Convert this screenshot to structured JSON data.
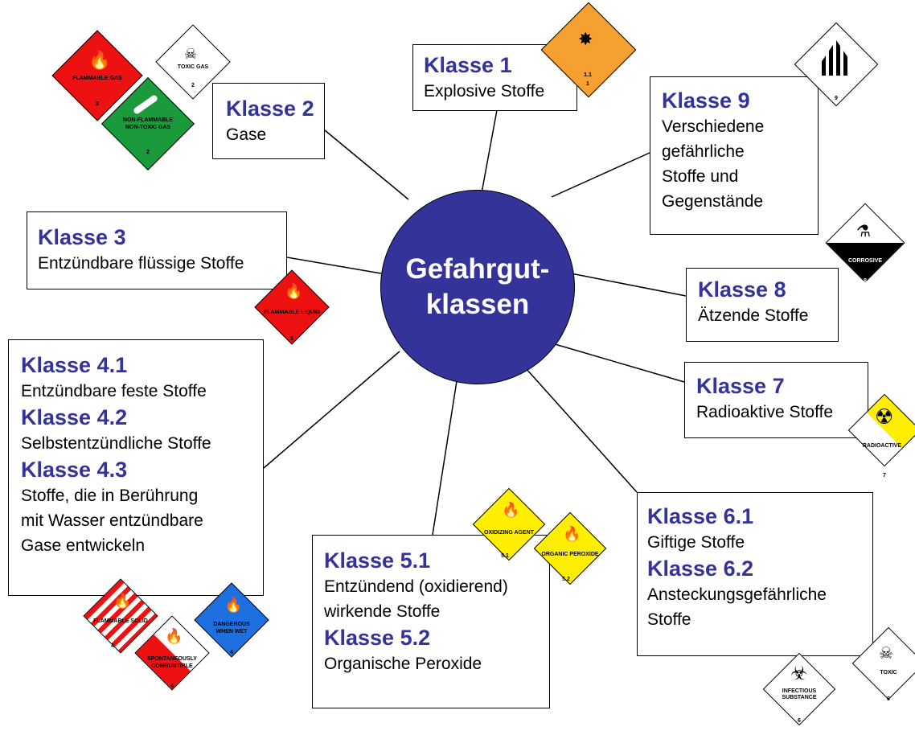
{
  "center": {
    "line1": "Gefahrgut-",
    "line2": "klassen"
  },
  "classes": {
    "k1": {
      "title": "Klasse 1",
      "desc": "Explosive Stoffe"
    },
    "k2": {
      "title": "Klasse 2",
      "desc": "Gase"
    },
    "k3": {
      "title": "Klasse 3",
      "desc": "Entzündbare flüssige Stoffe"
    },
    "k4": {
      "t1": "Klasse 4.1",
      "d1": "Entzündbare feste Stoffe",
      "t2": "Klasse 4.2",
      "d2": "Selbstentzündliche Stoffe",
      "t3": "Klasse 4.3",
      "d3a": "Stoffe, die in Berührung",
      "d3b": "mit Wasser entzündbare",
      "d3c": "Gase entwickeln"
    },
    "k5": {
      "t1": "Klasse 5.1",
      "d1a": "Entzündend (oxidierend)",
      "d1b": "wirkende Stoffe",
      "t2": "Klasse 5.2",
      "d2": "Organische Peroxide"
    },
    "k6": {
      "t1": "Klasse 6.1",
      "d1": "Giftige Stoffe",
      "t2": "Klasse 6.2",
      "d2a": "Ansteckungsgefährliche",
      "d2b": "Stoffe"
    },
    "k7": {
      "title": "Klasse 7",
      "desc": "Radioaktive Stoffe"
    },
    "k8": {
      "title": "Klasse 8",
      "desc": "Ätzende Stoffe"
    },
    "k9": {
      "title": "Klasse 9",
      "d1": "Verschiedene",
      "d2": "gefährliche",
      "d3": "Stoffe und",
      "d4": "Gegenstände"
    }
  },
  "placards": {
    "explosive": {
      "label": "1.1",
      "num": "1",
      "color": "#f5a030"
    },
    "flammable_gas": {
      "label": "FLAMMABLE GAS",
      "num": "2",
      "color": "#ee1111"
    },
    "toxic_gas": {
      "label": "TOXIC GAS",
      "num": "2",
      "color": "#ffffff"
    },
    "non_flammable_gas": {
      "label1": "NON-FLAMMABLE",
      "label2": "NON-TOXIC GAS",
      "num": "2",
      "color": "#1a9a3a"
    },
    "flammable_liquid": {
      "label": "FLAMMABLE LIQUID",
      "num": "3",
      "color": "#ee1111"
    },
    "flammable_solid": {
      "label": "FLAMMABLE SOLID",
      "num": "4",
      "color": "#ee1111"
    },
    "spontaneously_combustible": {
      "label1": "SPONTANEOUSLY",
      "label2": "COMBUSTIBLE",
      "num": "4",
      "color": "#ee1111"
    },
    "dangerous_when_wet": {
      "label1": "DANGEROUS",
      "label2": "WHEN WET",
      "num": "4",
      "color": "#1e6fe0"
    },
    "oxidizing_agent": {
      "label": "OXIDIZING AGENT",
      "num": "5.1",
      "color": "#ffee00"
    },
    "organic_peroxide": {
      "label": "ORGANIC PEROXIDE",
      "num": "5.2",
      "color": "#ffee00"
    },
    "infectious": {
      "label": "INFECTIOUS SUBSTANCE",
      "num": "6",
      "color": "#ffffff"
    },
    "toxic": {
      "label": "TOXIC",
      "num": "6",
      "color": "#ffffff"
    },
    "radioactive": {
      "label": "RADIOACTIVE",
      "num": "7",
      "color": "#ffee00"
    },
    "corrosive": {
      "label": "CORROSIVE",
      "num": "8",
      "color": "#000000"
    },
    "misc": {
      "num": "9",
      "color": "#ffffff"
    }
  }
}
